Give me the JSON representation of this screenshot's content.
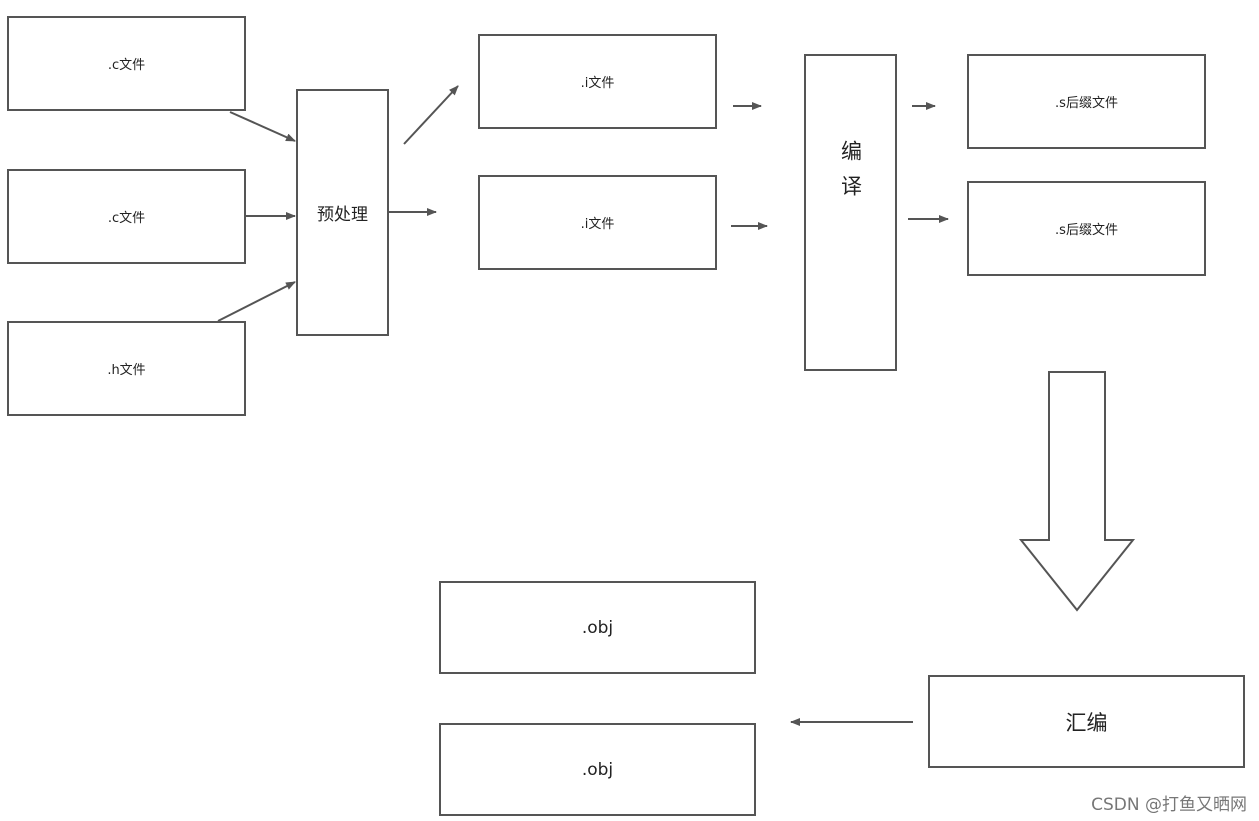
{
  "inputs": [
    ".c文件",
    ".c文件",
    ".h文件"
  ],
  "preprocess": "预处理",
  "i_files": [
    ".i文件",
    ".i文件"
  ],
  "compile": "编译",
  "s_files": [
    ".s后缀文件",
    ".s后缀文件"
  ],
  "assemble": "汇编",
  "obj_files": [
    ".obj",
    ".obj"
  ],
  "watermark": "CSDN @打鱼又晒网",
  "colors": {
    "stroke": "#555555",
    "background": "#ffffff",
    "text": "#222222"
  }
}
